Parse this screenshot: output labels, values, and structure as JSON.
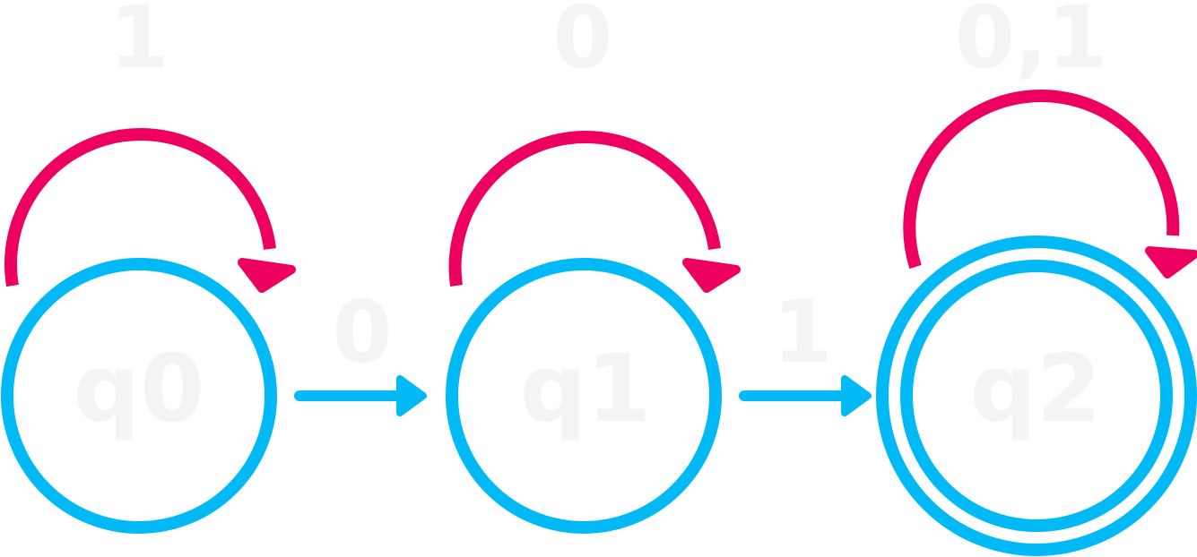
{
  "colors": {
    "state": "#00b9f5",
    "loop": "#ee0060",
    "label": "#f4f4f4",
    "background": "#ffffff"
  },
  "states": [
    {
      "label": "q0",
      "accepting": false,
      "loop_label": "1"
    },
    {
      "label": "q1",
      "accepting": false,
      "loop_label": "0"
    },
    {
      "label": "q2",
      "accepting": true,
      "loop_label": "0,1"
    }
  ],
  "transitions": [
    {
      "from": "q0",
      "to": "q1",
      "label": "0"
    },
    {
      "from": "q1",
      "to": "q2",
      "label": "1"
    }
  ]
}
